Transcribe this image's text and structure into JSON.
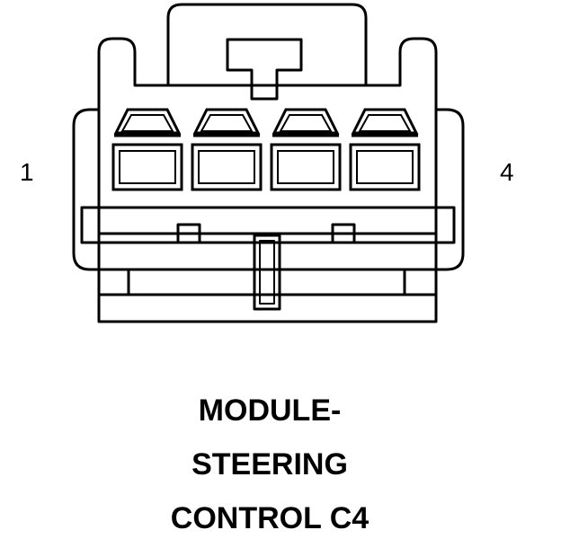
{
  "connector": {
    "pin_left_label": "1",
    "pin_right_label": "4",
    "terminal_count": 4
  },
  "caption": {
    "line1": "MODULE-",
    "line2": "STEERING",
    "line3": "CONTROL C4"
  },
  "colors": {
    "stroke": "#000000",
    "background": "#ffffff"
  }
}
